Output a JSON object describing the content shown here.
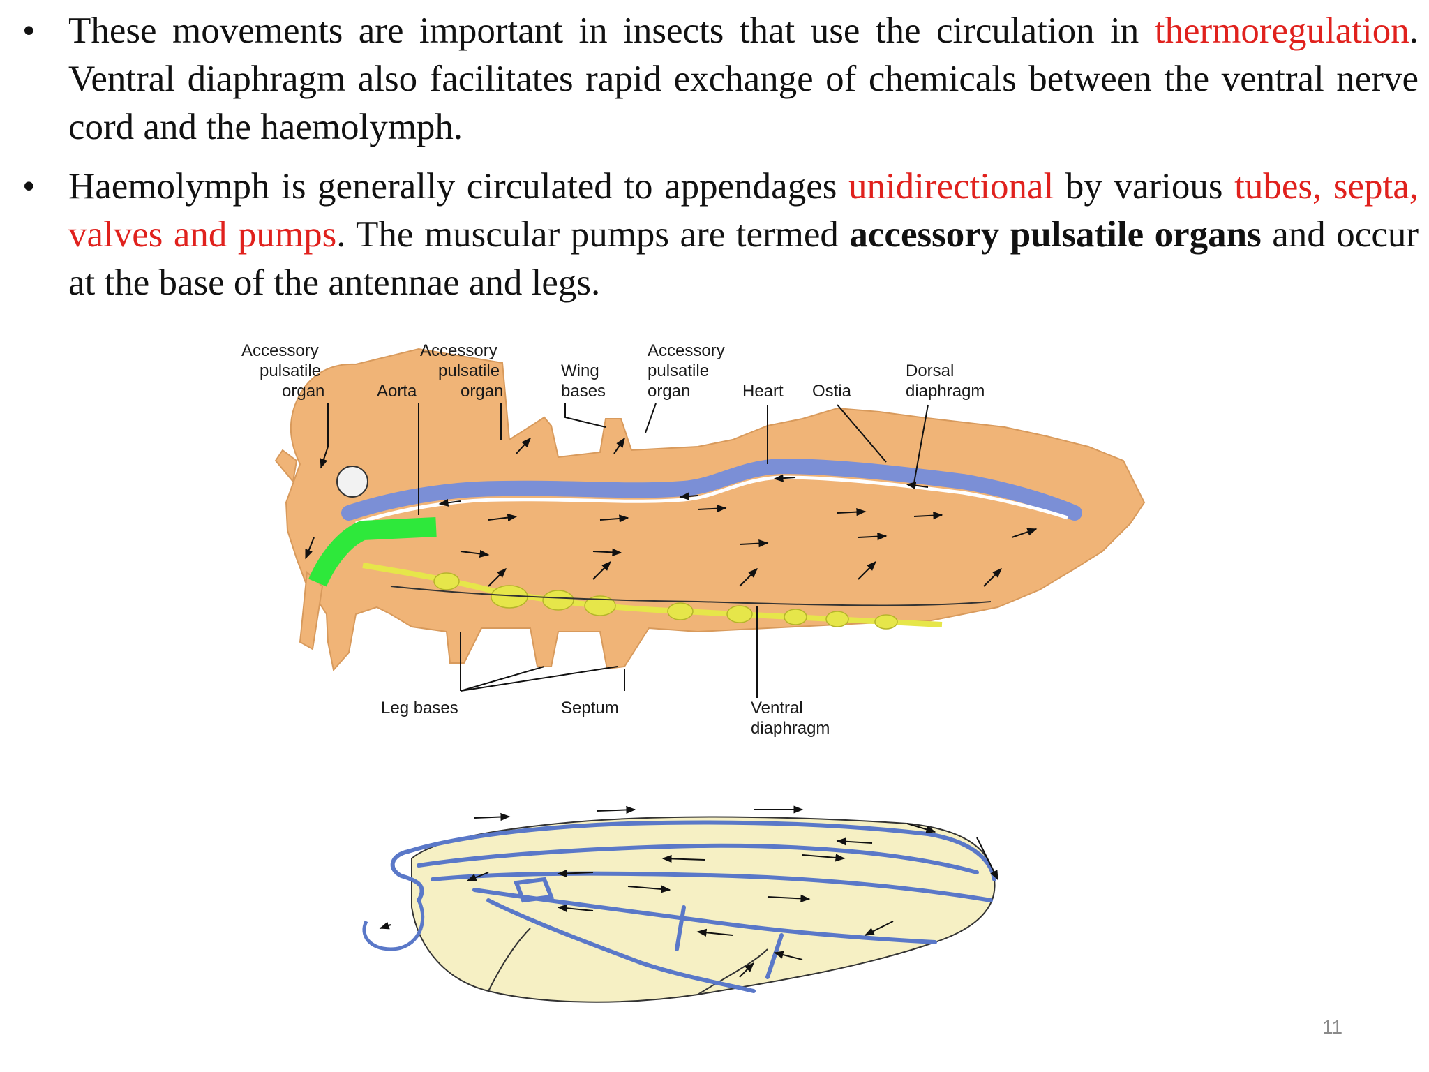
{
  "bullet1": {
    "t1": "These movements are important in insects that use the circulation in ",
    "red1": "thermoregulation",
    "t2": ". Ventral diaphragm also facilitates rapid exchange of chemicals between the ventral nerve cord and the haemolymph."
  },
  "bullet2": {
    "t1": "Haemolymph is generally circulated to appendages ",
    "red1": "unidirectional",
    "t2": " by various ",
    "red2": "tubes, septa, valves and pumps",
    "t3": ". The muscular pumps are termed ",
    "bold1": "accessory pulsatile organs",
    "t4": " and occur at the base of the antennae and legs."
  },
  "bullet_symbol": "•",
  "figure1": {
    "labels": {
      "apo1_l1": "Accessory",
      "apo1_l2": "pulsatile",
      "apo1_l3": "organ",
      "aorta": "Aorta",
      "apo2_l1": "Accessory",
      "apo2_l2": "pulsatile",
      "apo2_l3": "organ",
      "wing_l1": "Wing",
      "wing_l2": "bases",
      "apo3_l1": "Accessory",
      "apo3_l2": "pulsatile",
      "apo3_l3": "organ",
      "heart": "Heart",
      "ostia": "Ostia",
      "dorsal_l1": "Dorsal",
      "dorsal_l2": "diaphragm",
      "leg_bases": "Leg bases",
      "septum": "Septum",
      "ventral_l1": "Ventral",
      "ventral_l2": "diaphragm"
    },
    "colors": {
      "body": "#f0b477",
      "heart": "#7b8fd6",
      "aorta_green": "#2ee83b",
      "nerve": "#e6e64a",
      "outline": "#222222"
    }
  },
  "figure2": {
    "colors": {
      "wing": "#f6f0c4",
      "veins": "#5a78c8"
    }
  },
  "slide_number": "11"
}
